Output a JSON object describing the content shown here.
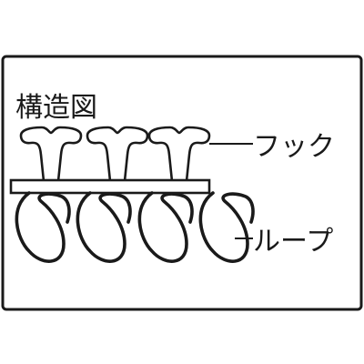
{
  "diagram": {
    "title": "構造図",
    "labels": {
      "hook": "フック",
      "loop": "ループ"
    },
    "hook_count": 3,
    "loop_count": 4,
    "colors": {
      "line": "#1a1a1a",
      "background": "#ffffff"
    }
  }
}
